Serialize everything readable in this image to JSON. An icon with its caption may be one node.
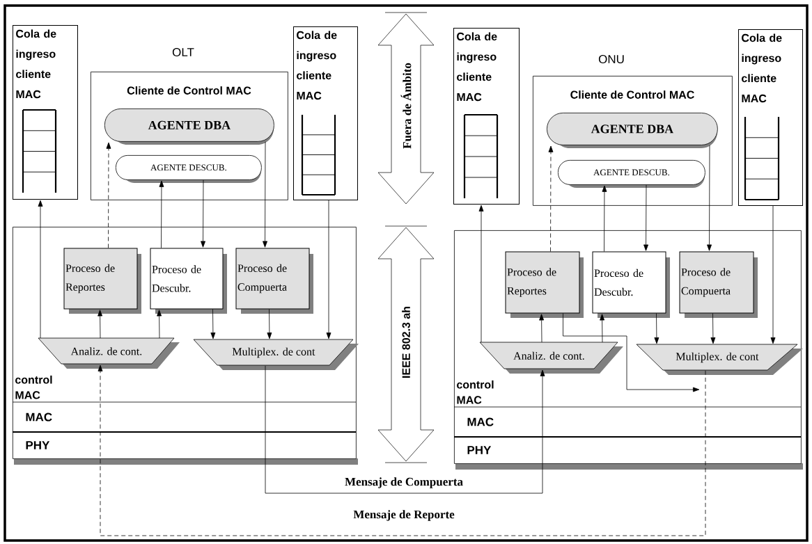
{
  "diagram": {
    "nodes": [
      {
        "text": [
          "Cola de ingreso cliente MAC"
        ]
      },
      {
        "text": [
          "Cliente de Control MAC"
        ]
      },
      {
        "text": [
          "AGENTE DBA"
        ],
        "in": 1
      },
      {
        "text": [
          "AGENTE DESCUB."
        ],
        "in": 1
      },
      {
        "text": [
          "Cola de ingreso cliente MAC"
        ]
      },
      {
        "text": [
          "control MAC",
          "MAC",
          "PHY"
        ]
      },
      {
        "text": [
          "Proceso de Reportes"
        ],
        "in": 5
      },
      {
        "text": [
          "Proceso de Descubr."
        ],
        "in": 5
      },
      {
        "text": [
          "Proceso de Compuerta"
        ],
        "in": 5
      },
      {
        "text": [
          "Analiz. de cont."
        ],
        "in": 5
      },
      {
        "text": [
          "Multiplex. de cont"
        ],
        "in": 5
      },
      {
        "text": [
          "Cola de ingreso cliente MAC"
        ]
      },
      {
        "text": [
          "Cliente de Control MAC"
        ]
      },
      {
        "text": [
          "AGENTE DBA"
        ],
        "in": 12
      },
      {
        "text": [
          "AGENTE DESCUB."
        ],
        "in": 12
      },
      {
        "text": [
          "Cola de ingreso cliente MAC"
        ]
      },
      {
        "text": [
          "control MAC",
          "MAC",
          "PHY"
        ]
      },
      {
        "text": [
          "Proceso de Reportes"
        ],
        "in": 16
      },
      {
        "text": [
          "Proceso de Descubr."
        ],
        "in": 16
      },
      {
        "text": [
          "Proceso de Compuerta"
        ],
        "in": 16
      },
      {
        "text": [
          "Analiz. de cont."
        ],
        "in": 16
      },
      {
        "text": [
          "Multiplex. de cont"
        ],
        "in": 16
      }
    ],
    "edges": [
      {
        "from": 9,
        "to": 0,
        "arrow": "to"
      },
      {
        "from": 9,
        "to": 6,
        "arrow": "to"
      },
      {
        "from": 9,
        "to": 7,
        "arrow": "to"
      },
      {
        "from": 7,
        "to": 3,
        "arrow": "to"
      },
      {
        "from": 3,
        "to": 7,
        "arrow": "to"
      },
      {
        "from": 2,
        "to": 8,
        "arrow": "to"
      },
      {
        "from": 6,
        "to": 2,
        "arrow": "to",
        "style": "dashed"
      },
      {
        "from": 7,
        "to": 10,
        "arrow": "to"
      },
      {
        "from": 8,
        "to": 10,
        "arrow": "to"
      },
      {
        "from": 4,
        "to": 10,
        "arrow": "to"
      },
      {
        "from": 20,
        "to": 11,
        "arrow": "to"
      },
      {
        "from": 20,
        "to": 17,
        "arrow": "to"
      },
      {
        "from": 20,
        "to": 18,
        "arrow": "to"
      },
      {
        "from": 18,
        "to": 14,
        "arrow": "to"
      },
      {
        "from": 14,
        "to": 18,
        "arrow": "to"
      },
      {
        "from": 13,
        "to": 19,
        "arrow": "to"
      },
      {
        "from": 17,
        "to": 13,
        "arrow": "to",
        "style": "dashed"
      },
      {
        "from": 18,
        "to": 21,
        "arrow": "to"
      },
      {
        "from": 19,
        "to": 21,
        "arrow": "to"
      },
      {
        "from": 15,
        "to": 21,
        "arrow": "to"
      },
      {
        "from": 10,
        "to": 20,
        "arrow": "to",
        "label": "Mensaje de Compuerta"
      },
      {
        "from": 21,
        "to": 9,
        "arrow": "to",
        "style": "dashed",
        "label": "Mensaje de Reporte"
      },
      {
        "from": 17,
        "to": null,
        "arrow": "to"
      }
    ],
    "labels": [
      "OLT",
      "ONU",
      "Fuera de Ámbito",
      "IEEE 802.3 ah"
    ]
  }
}
